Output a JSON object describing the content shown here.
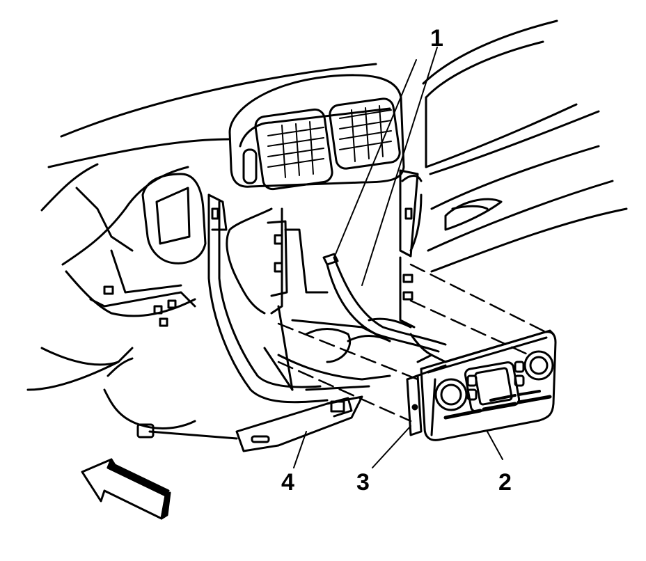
{
  "callouts": [
    {
      "id": "callout-1",
      "label": "1"
    },
    {
      "id": "callout-2",
      "label": "2"
    },
    {
      "id": "callout-3",
      "label": "3"
    },
    {
      "id": "callout-4",
      "label": "4"
    }
  ],
  "colors": {
    "line": "#000000",
    "background": "#ffffff",
    "arrow_fill": "#000000"
  },
  "icons": {
    "direction_arrow": "forward-view-arrow-icon"
  }
}
